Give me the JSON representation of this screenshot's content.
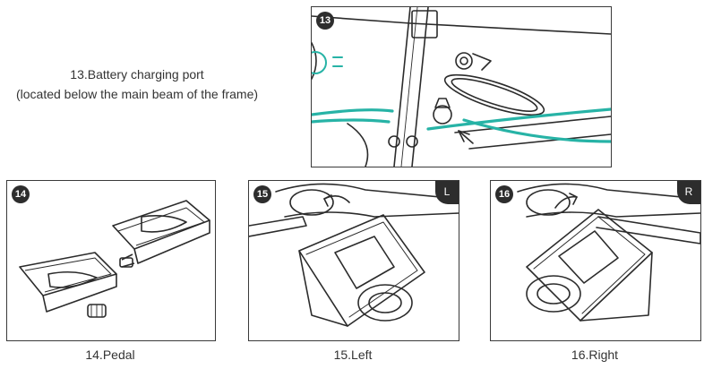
{
  "figure13": {
    "number": "13",
    "caption_line1": "13.Battery charging port",
    "caption_line2": "(located below the main beam of the frame)"
  },
  "figure14": {
    "number": "14",
    "caption": "14.Pedal"
  },
  "figure15": {
    "number": "15",
    "side": "L",
    "caption": "15.Left"
  },
  "figure16": {
    "number": "16",
    "side": "R",
    "caption": "16.Right"
  },
  "colors": {
    "line": "#2b2b2b",
    "accent": "#27b3a6",
    "badge": "#2d2d2d"
  },
  "icons": [
    "rotation-arrow-icon",
    "pointer-arrow-icon"
  ]
}
